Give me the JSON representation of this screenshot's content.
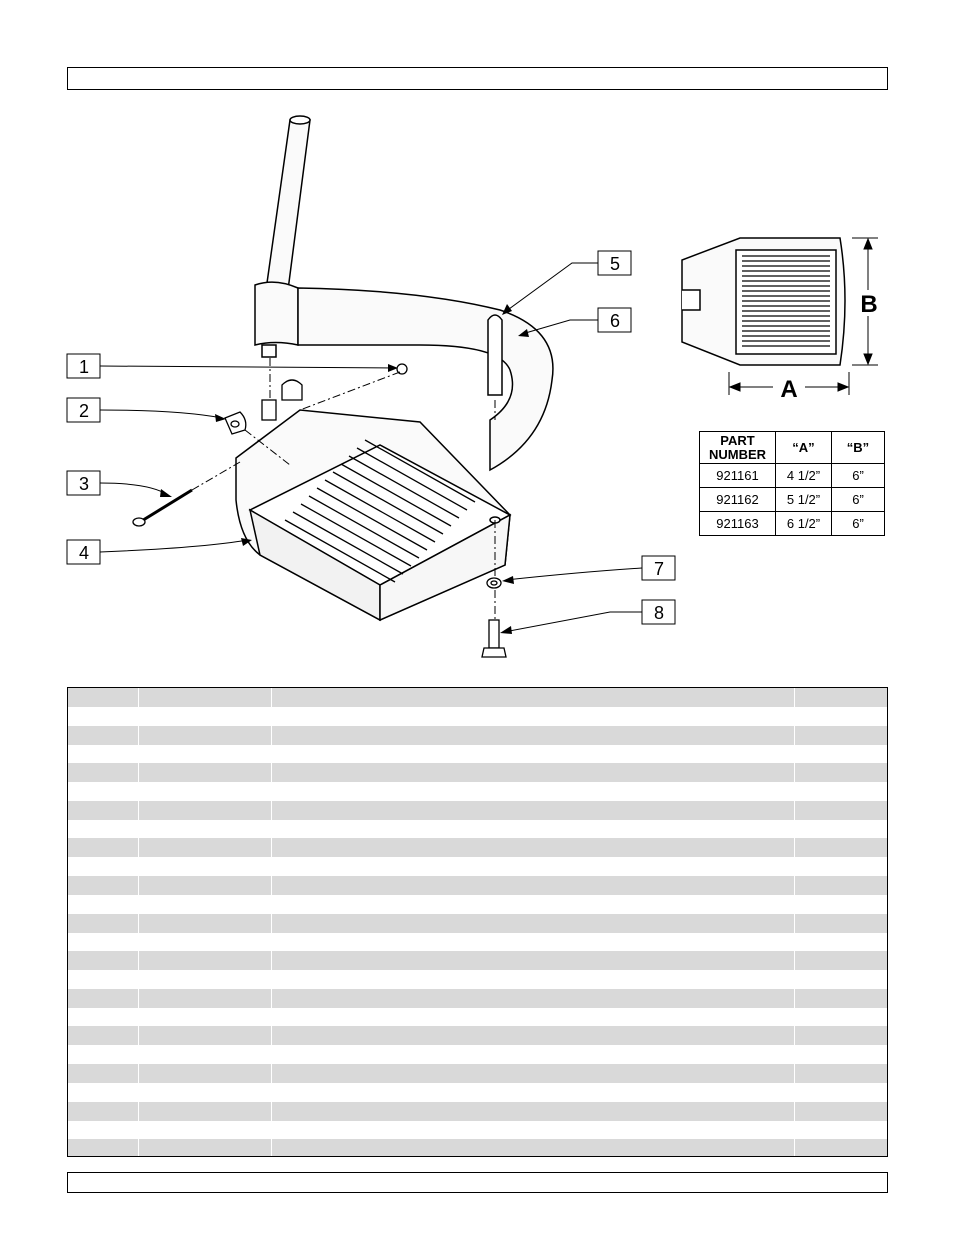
{
  "callouts": [
    {
      "number": "1"
    },
    {
      "number": "2"
    },
    {
      "number": "3"
    },
    {
      "number": "4"
    },
    {
      "number": "5"
    },
    {
      "number": "6"
    },
    {
      "number": "7"
    },
    {
      "number": "8"
    }
  ],
  "dimension_labels": {
    "a": "A",
    "b": "B"
  },
  "size_table": {
    "headers": {
      "part_number_line1": "PART",
      "part_number_line2": "NUMBER",
      "a": "“A”",
      "b": "“B”"
    },
    "rows": [
      {
        "part_number": "921161",
        "a": "4 1/2”",
        "b": "6”"
      },
      {
        "part_number": "921162",
        "a": "5 1/2”",
        "b": "6”"
      },
      {
        "part_number": "921163",
        "a": "6 1/2”",
        "b": "6”"
      }
    ]
  }
}
